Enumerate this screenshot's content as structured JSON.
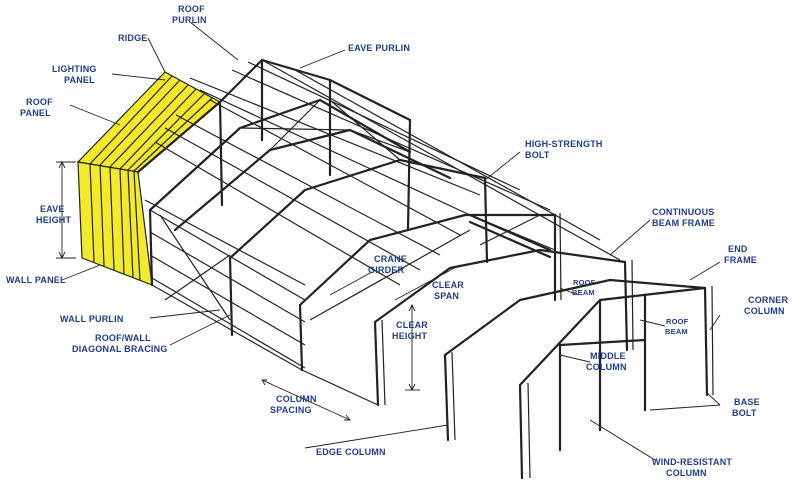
{
  "colors": {
    "panel": "#f2ea2a",
    "label": "#1f3d8a",
    "line": "#222222"
  },
  "labels": {
    "roof_purlin": [
      "ROOF",
      "PURLIN"
    ],
    "ridge": [
      "RIDGE"
    ],
    "eave_purlin": [
      "EAVE PURLIN"
    ],
    "lighting_panel": [
      "LIGHTING",
      "PANEL"
    ],
    "roof_panel": [
      "ROOF",
      "PANEL"
    ],
    "high_strength_bolt": [
      "HIGH-STRENGTH",
      "BOLT"
    ],
    "eave_height": [
      "EAVE",
      "HEIGHT"
    ],
    "continuous_beam_frame": [
      "CONTINUOUS",
      "BEAM FRAME"
    ],
    "end_frame": [
      "END",
      "FRAME"
    ],
    "wall_panel": [
      "WALL PANEL"
    ],
    "crane_girder": [
      "CRANE",
      "GIRDER"
    ],
    "clear_span": [
      "CLEAR",
      "SPAN"
    ],
    "roof_beam_1": [
      "ROOF",
      "BEAM"
    ],
    "corner_column": [
      "CORNER",
      "COLUMN"
    ],
    "wall_purlin": [
      "WALL PURLIN"
    ],
    "roof_beam_2": [
      "ROOF",
      "BEAM"
    ],
    "roof_wall_bracing": [
      "ROOF/WALL",
      "DIAGONAL BRACING"
    ],
    "clear_height": [
      "CLEAR",
      "HEIGHT"
    ],
    "middle_column": [
      "MIDDLE",
      "COLUMN"
    ],
    "column_spacing": [
      "COLUMN",
      "SPACING"
    ],
    "base_bolt": [
      "BASE",
      "BOLT"
    ],
    "edge_column": [
      "EDGE COLUMN"
    ],
    "wind_resistant_column": [
      "WIND-RESISTANT",
      "COLUMN"
    ]
  }
}
